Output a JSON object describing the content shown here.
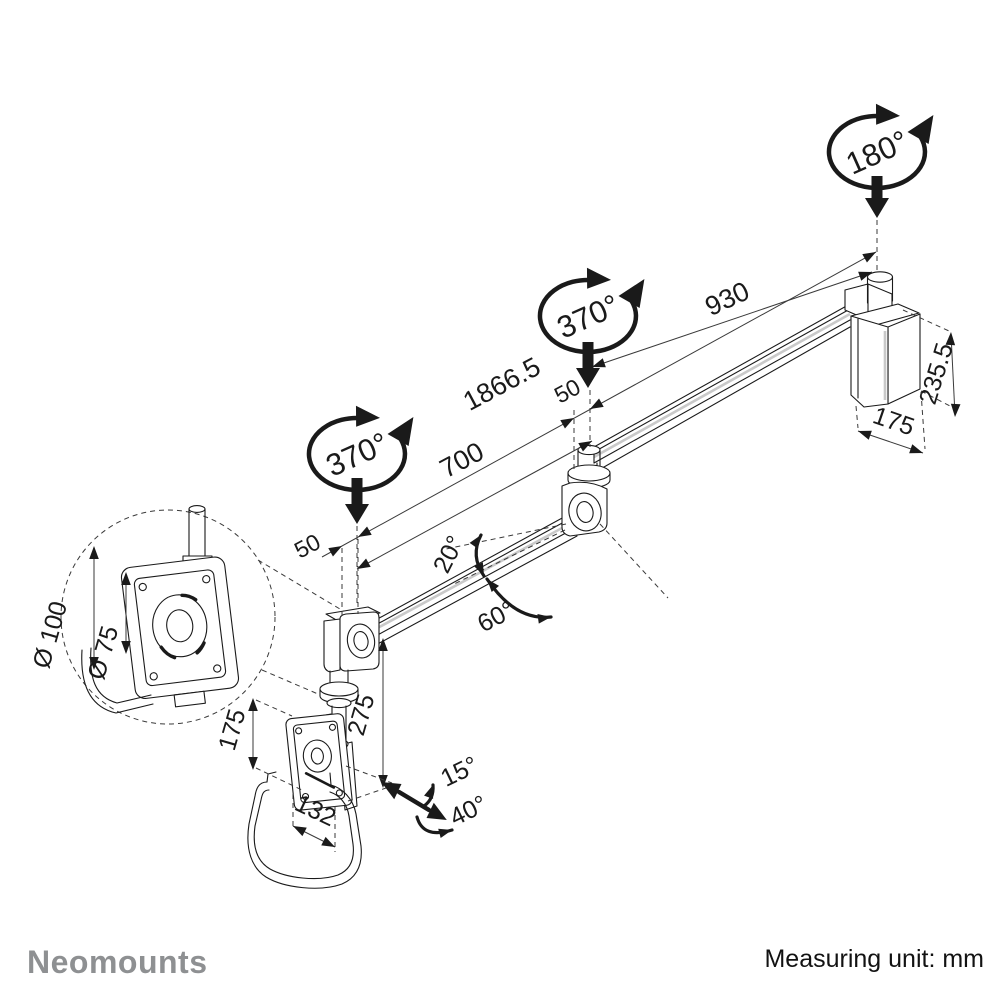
{
  "footer": {
    "brand": "Neomounts",
    "note": "Measuring unit: mm"
  },
  "colors": {
    "line": "#1a1a1a",
    "accent_gray": "#c9c9c9",
    "brand_gray": "#8e9092",
    "background": "#ffffff"
  },
  "rotations": {
    "wall_swivel": "180°",
    "mid_swivel": "370°",
    "elbow_swivel": "370°"
  },
  "angles": {
    "fold_small": "20°",
    "fold_large": "60°",
    "tilt": "15°",
    "swivel_small": "40°"
  },
  "dimensions": {
    "upper_arm_length": "930",
    "total_length": "1866.5",
    "lower_arm_length": "700",
    "offset_mid": "50",
    "offset_elbow": "50",
    "wall_plate_height": "235.5",
    "wall_plate_width": "175",
    "vesa_100": "Ø 100",
    "vesa_75": "Ø 75",
    "interface_height": "175",
    "drop_length": "275",
    "interface_width": "132"
  }
}
